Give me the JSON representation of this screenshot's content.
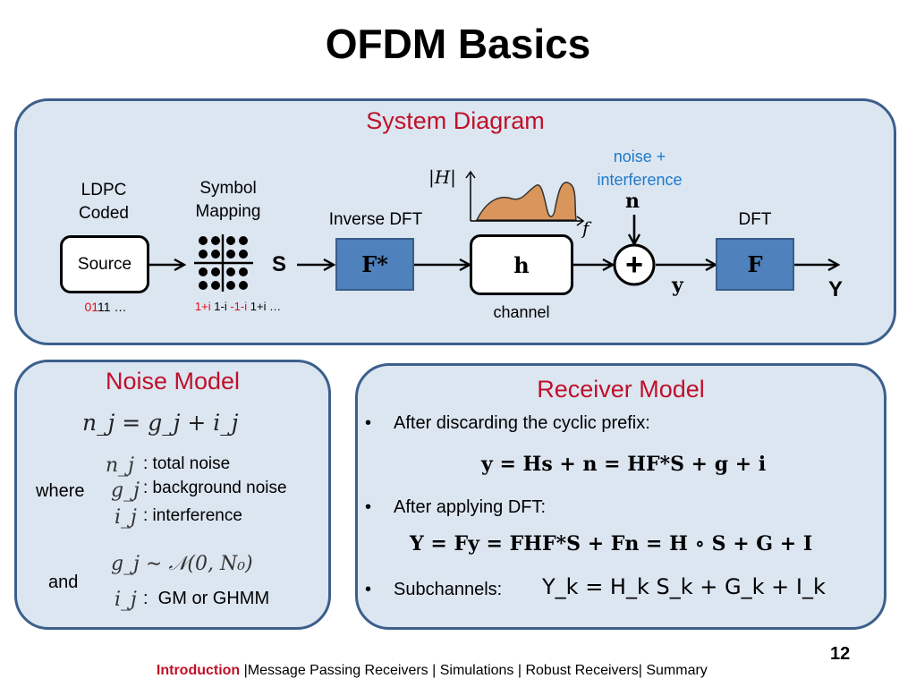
{
  "title": "OFDM Basics",
  "system": {
    "heading": "System Diagram",
    "ldpc_line1": "LDPC",
    "ldpc_line2": "Coded",
    "source_label": "Source",
    "bits_red": "01",
    "bits_rest": "11 …",
    "symbol_line1": "Symbol",
    "symbol_line2": "Mapping",
    "sym_1": "1+i",
    "sym_2": "1-i",
    "sym_3": "-1-i",
    "sym_4": "1+i …",
    "s_label": "S",
    "idft_label": "Inverse DFT",
    "idft_box": "F*",
    "h_axis": "|H|",
    "f_axis": "f",
    "channel_box": "h",
    "channel_label": "channel",
    "noise_line1": "noise +",
    "noise_line2": "interference",
    "n_label": "n",
    "plus": "+",
    "y_label": "y",
    "dft_label": "DFT",
    "dft_box": "F",
    "Y_label": "Y"
  },
  "noise_model": {
    "heading": "Noise Model",
    "eq_main": "n_j = g_j + i_j",
    "where": "where",
    "var1": "n_j",
    "desc1": ": total noise",
    "var2": "g_j",
    "desc2": ": background noise",
    "var3": "i_j",
    "desc3": ": interference",
    "and": "and",
    "dist1": "g_j ∼ 𝒩(0, N₀)",
    "var4": "i_j",
    "desc4": ":  GM or GHMM"
  },
  "receiver_model": {
    "heading": "Receiver Model",
    "bullet1": "After discarding the cyclic prefix:",
    "eq1": "y = Hs + n = HF*S + g + i",
    "bullet2": "After applying DFT:",
    "eq2": "Y = Fy = FHF*S + Fn = H ∘ S + G + I",
    "bullet3": "Subchannels:",
    "eq3": "Y_k = H_k S_k + G_k + I_k"
  },
  "footer": {
    "active": "Introduction",
    "rest": " |Message Passing Receivers | Simulations | Robust Receivers| Summary",
    "page": "12"
  },
  "colors": {
    "panel_bg": "#dce6f1",
    "panel_border": "#3c5f8c",
    "heading_red": "#c0102a",
    "noise_blue": "#1f7ac9",
    "block_blue": "#4f81bd",
    "spectrum": "#d9955a"
  }
}
